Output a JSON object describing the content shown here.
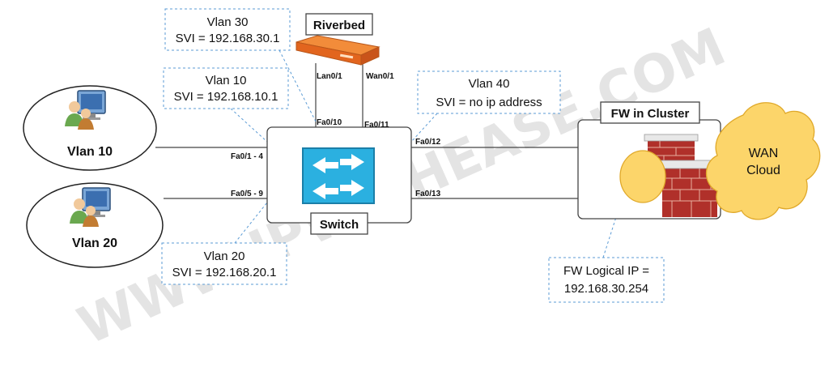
{
  "watermark": "WWW.IPWITHEASE.COM",
  "callouts": {
    "vlan30": {
      "line1": "Vlan 30",
      "line2": "SVI = 192.168.30.1"
    },
    "vlan10": {
      "line1": "Vlan 10",
      "line2": "SVI = 192.168.10.1"
    },
    "vlan40": {
      "line1": "Vlan 40",
      "line2": "SVI = no ip address"
    },
    "vlan20": {
      "line1": "Vlan 20",
      "line2": "SVI = 192.168.20.1"
    },
    "fw_ip": {
      "line1": "FW Logical IP =",
      "line2": "192.168.30.254"
    }
  },
  "nodes": {
    "riverbed": "Riverbed",
    "switch": "Switch",
    "fw_cluster": "FW in Cluster",
    "wan_cloud_line1": "WAN",
    "wan_cloud_line2": "Cloud",
    "host_vlan10": "Vlan 10",
    "host_vlan20": "Vlan 20"
  },
  "ports": {
    "lan01": "Lan0/1",
    "wan01": "Wan0/1",
    "fa010": "Fa0/10",
    "fa011": "Fa0/11",
    "fa012": "Fa0/12",
    "fa013": "Fa0/13",
    "fa01_4": "Fa0/1 - 4",
    "fa05_9": "Fa0/5 - 9"
  },
  "colors": {
    "switch_fill": "#2bb0e0",
    "riverbed_orange": "#f07a2a",
    "brick_red": "#b0302a",
    "cloud_fill": "#fcd56a",
    "fw_circle_fill": "#fcd56a",
    "callout_border": "#5b9bd5",
    "watermark": "#e4e4e4"
  }
}
